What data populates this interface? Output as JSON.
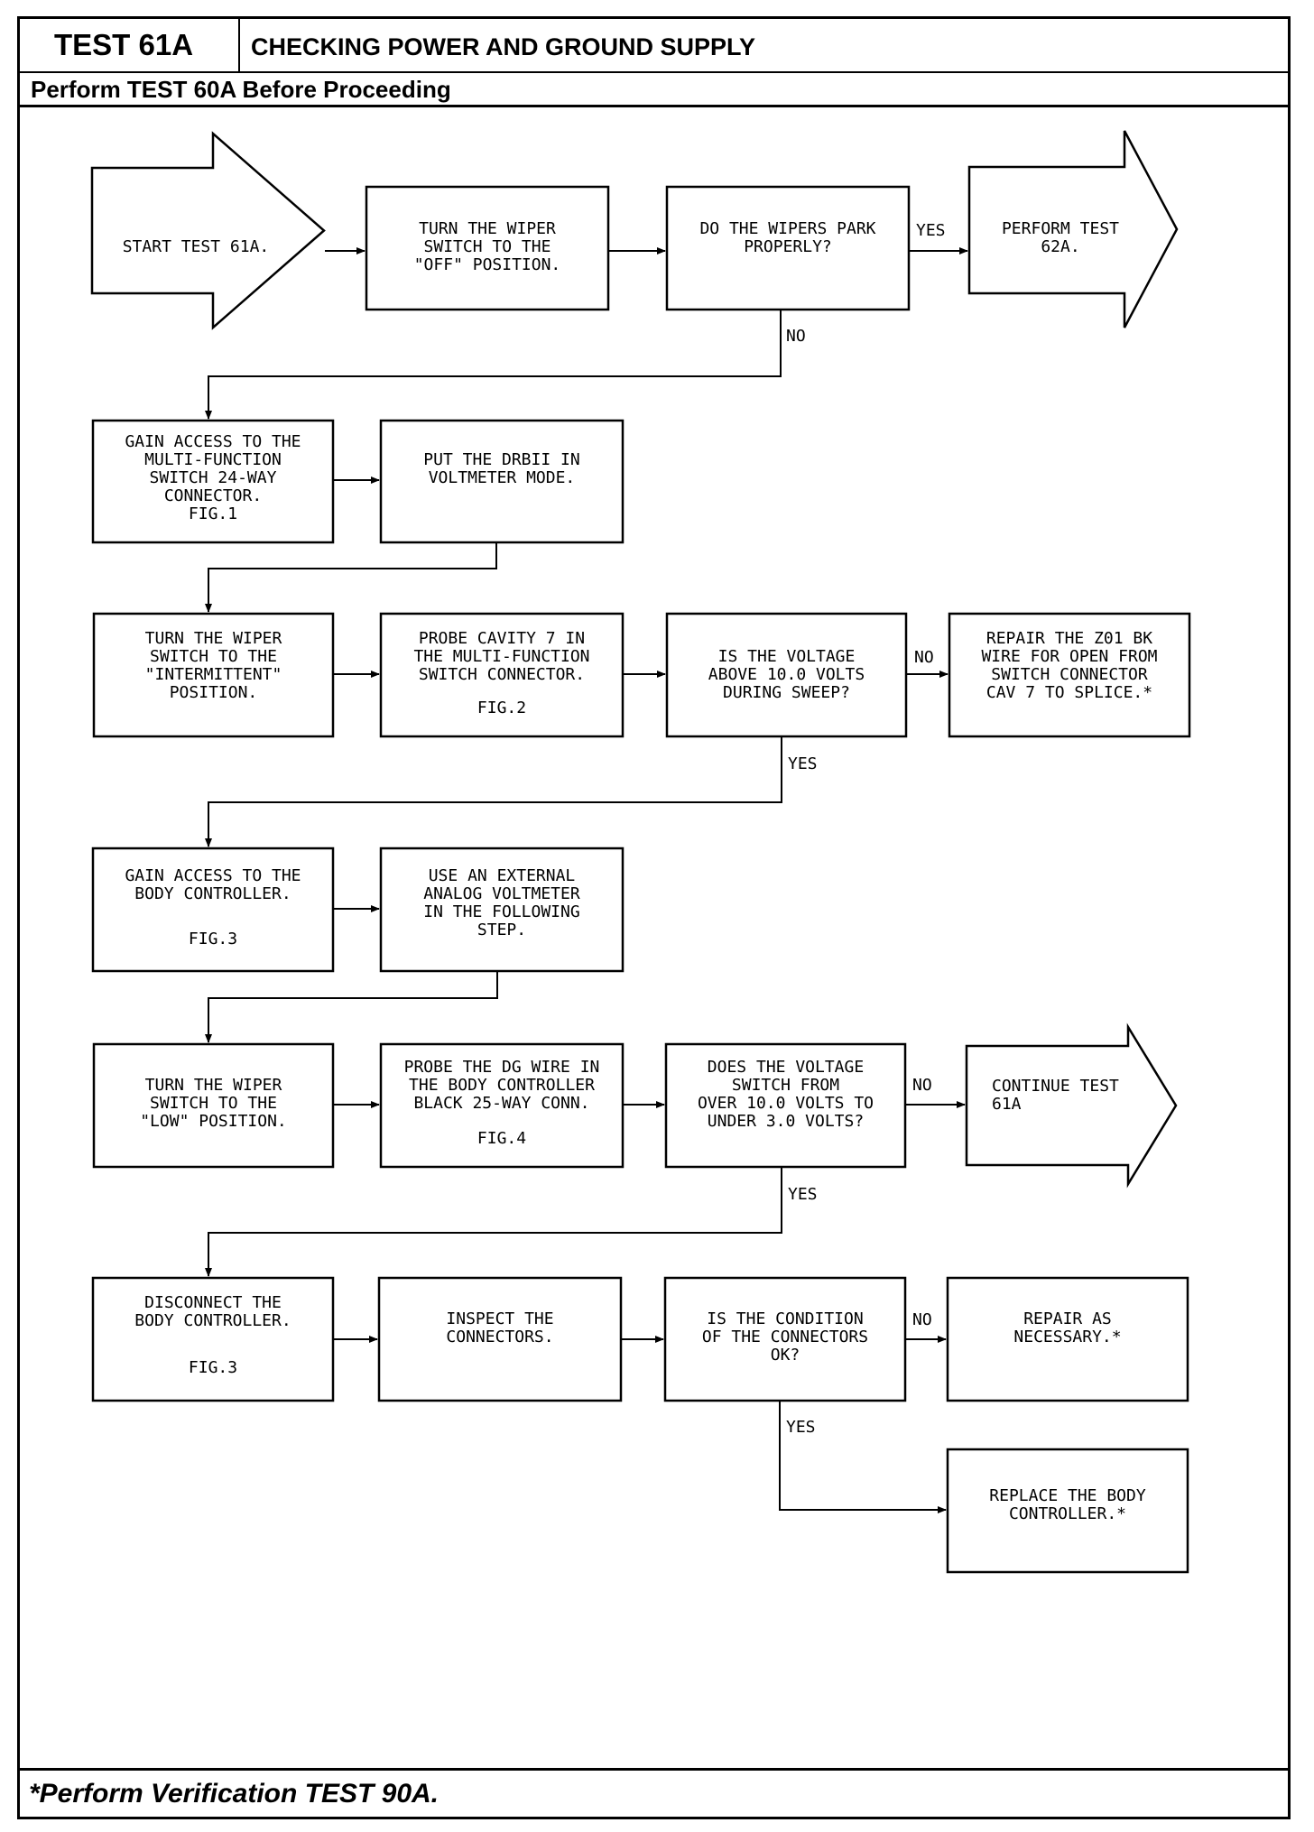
{
  "header": {
    "test_id": "TEST 61A",
    "title": "CHECKING POWER AND GROUND SUPPLY",
    "prerequisite": "Perform TEST 60A Before Proceeding"
  },
  "footer": {
    "note": "*Perform Verification TEST 90A."
  },
  "flowchart": {
    "start": [
      "START TEST 61A."
    ],
    "step1": [
      "TURN THE WIPER",
      "SWITCH TO THE",
      "\"OFF\" POSITION."
    ],
    "decision1": [
      "DO THE WIPERS PARK",
      "PROPERLY?"
    ],
    "result1": [
      "PERFORM TEST",
      "62A."
    ],
    "yes1": "YES",
    "no1": "NO",
    "step2": [
      "GAIN ACCESS TO THE",
      "MULTI-FUNCTION",
      "SWITCH 24-WAY",
      "CONNECTOR.",
      "FIG.1"
    ],
    "step3": [
      "PUT THE DRBII IN",
      "VOLTMETER MODE."
    ],
    "step4": [
      "TURN THE WIPER",
      "SWITCH TO THE",
      "\"INTERMITTENT\"",
      "POSITION."
    ],
    "step5": [
      "PROBE CAVITY 7 IN",
      "THE MULTI-FUNCTION",
      "SWITCH CONNECTOR."
    ],
    "step5_fig": "FIG.2",
    "decision2": [
      "IS THE VOLTAGE",
      "ABOVE 10.0 VOLTS",
      "DURING SWEEP?"
    ],
    "no2": "NO",
    "result2": [
      "REPAIR THE Z01 BK",
      "WIRE FOR OPEN FROM",
      "SWITCH CONNECTOR",
      "CAV 7 TO SPLICE.*"
    ],
    "yes2": "YES",
    "step6": [
      "GAIN ACCESS TO THE",
      "BODY CONTROLLER."
    ],
    "step6_fig": "FIG.3",
    "step7": [
      "USE AN EXTERNAL",
      "ANALOG VOLTMETER",
      "IN THE FOLLOWING",
      "STEP."
    ],
    "step8": [
      "TURN THE WIPER",
      "SWITCH TO THE",
      "\"LOW\" POSITION."
    ],
    "step9": [
      "PROBE THE DG WIRE IN",
      "THE BODY CONTROLLER",
      "BLACK 25-WAY CONN."
    ],
    "step9_fig": "FIG.4",
    "decision3": [
      "DOES THE VOLTAGE",
      "SWITCH FROM",
      "OVER 10.0 VOLTS TO",
      "UNDER 3.0 VOLTS?"
    ],
    "no3": "NO",
    "result3": [
      "CONTINUE TEST",
      "61A"
    ],
    "yes3": "YES",
    "step10": [
      "DISCONNECT THE",
      "BODY CONTROLLER."
    ],
    "step10_fig": "FIG.3",
    "step11": [
      "INSPECT THE",
      "CONNECTORS."
    ],
    "decision4": [
      "IS THE CONDITION",
      "OF THE CONNECTORS",
      "OK?"
    ],
    "no4": "NO",
    "result4": [
      "REPAIR AS",
      "NECESSARY.*"
    ],
    "yes4": "YES",
    "result5": [
      "REPLACE THE BODY",
      "CONTROLLER.*"
    ]
  }
}
